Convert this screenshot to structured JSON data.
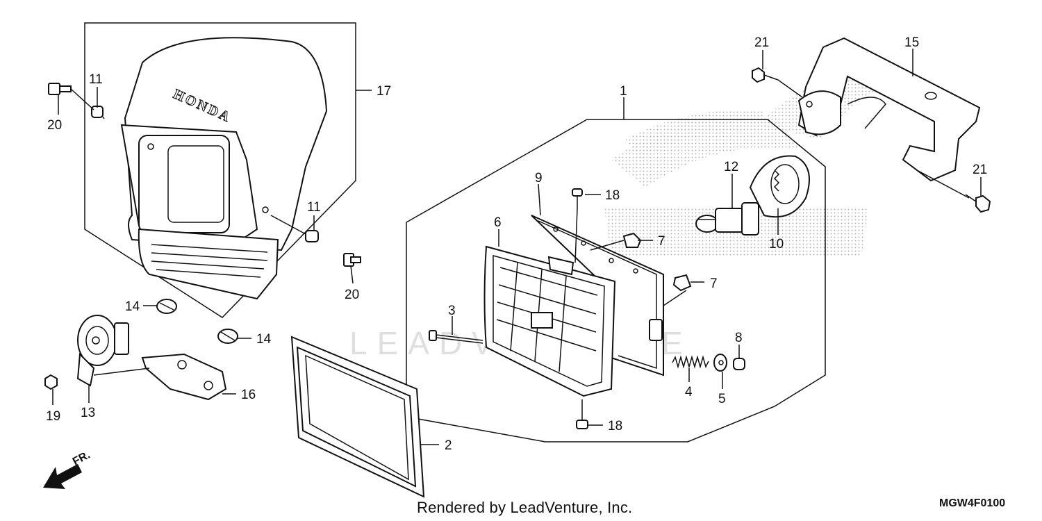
{
  "diagram": {
    "watermark_text": "LEADVENTURE",
    "brand_on_cowl": "HONDA",
    "front_indicator": "FR.",
    "callouts": {
      "c1": "1",
      "c2": "2",
      "c3": "3",
      "c4": "4",
      "c5": "5",
      "c6": "6",
      "c7a": "7",
      "c7b": "7",
      "c8": "8",
      "c9": "9",
      "c10": "10",
      "c11a": "11",
      "c11b": "11",
      "c12": "12",
      "c13": "13",
      "c14a": "14",
      "c14b": "14",
      "c15": "15",
      "c16": "16",
      "c17": "17",
      "c18a": "18",
      "c18b": "18",
      "c19": "19",
      "c20a": "20",
      "c20b": "20",
      "c21a": "21",
      "c21b": "21"
    }
  },
  "footer": {
    "credit": "Rendered by LeadVenture, Inc.",
    "diagram_code": "MGW4F0100"
  }
}
